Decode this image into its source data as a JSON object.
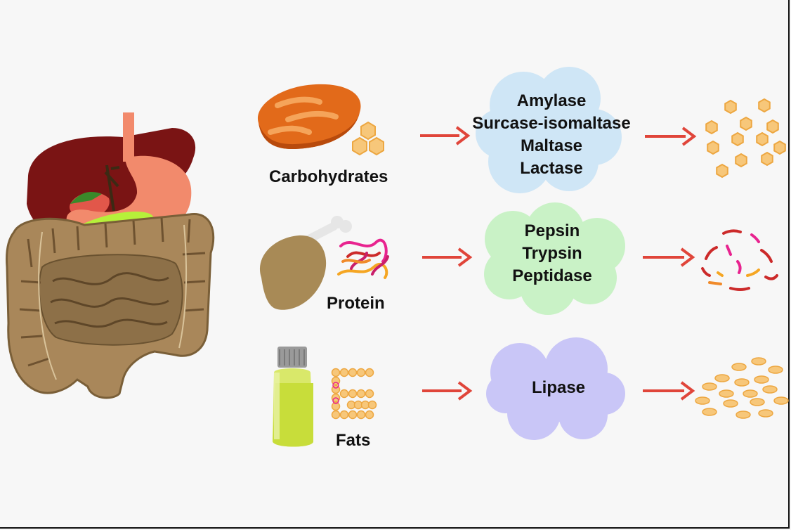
{
  "rows": [
    {
      "nutrient": "Carbohydrates",
      "enzymes": [
        "Amylase",
        "Surcase-isomaltase",
        "Maltase",
        "Lactase"
      ],
      "cloud_color": "#cfe6f6",
      "product": "hexagons"
    },
    {
      "nutrient": "Protein",
      "enzymes": [
        "Pepsin",
        "Trypsin",
        "Peptidase"
      ],
      "cloud_color": "#c9f2c6",
      "product": "peptide-fragments"
    },
    {
      "nutrient": "Fats",
      "enzymes": [
        "Lipase"
      ],
      "cloud_color": "#c9c6f7",
      "product": "fat-globules"
    }
  ],
  "colors": {
    "arrow": "#e0453a",
    "background": "#f7f7f7",
    "intestine": "#a9875a",
    "stomach": "#f28a6c",
    "liver": "#7a1414"
  }
}
